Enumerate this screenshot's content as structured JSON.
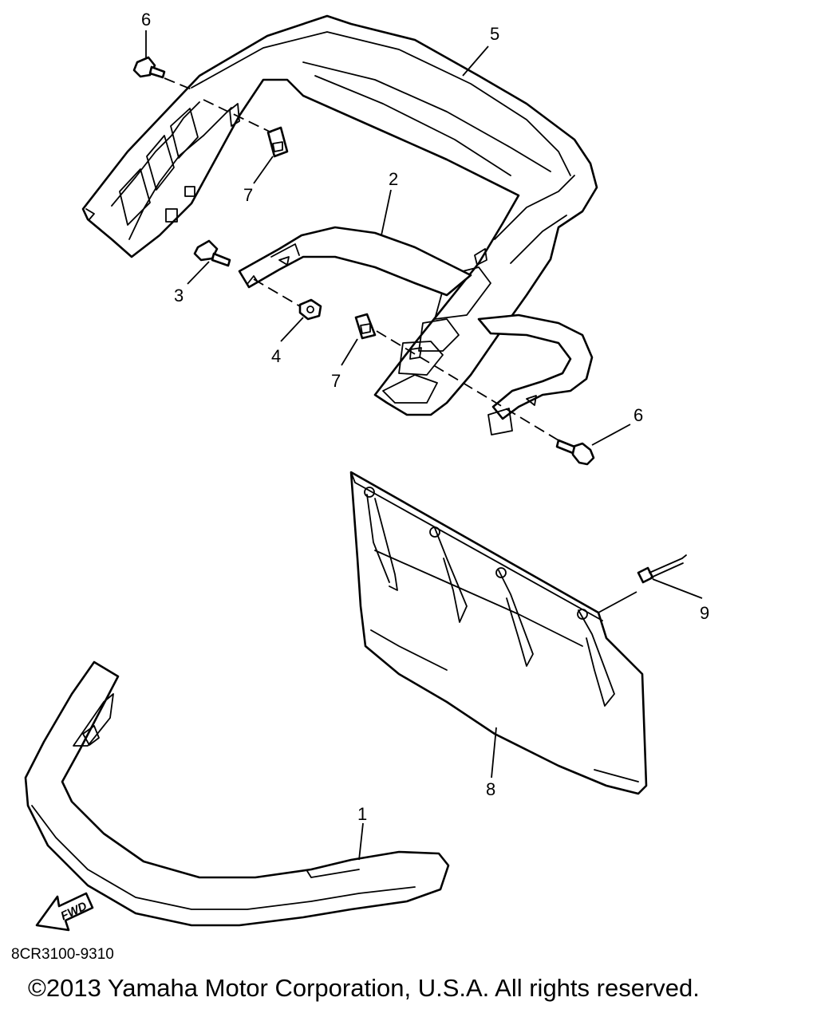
{
  "diagram": {
    "callouts": [
      "1",
      "2",
      "3",
      "4",
      "5",
      "6",
      "6",
      "7",
      "7",
      "8",
      "9"
    ],
    "direction_arrow_label": "FWD"
  },
  "diagram_code": "8CR3100-9310",
  "copyright": "©2013 Yamaha Motor Corporation, U.S.A. All rights reserved."
}
